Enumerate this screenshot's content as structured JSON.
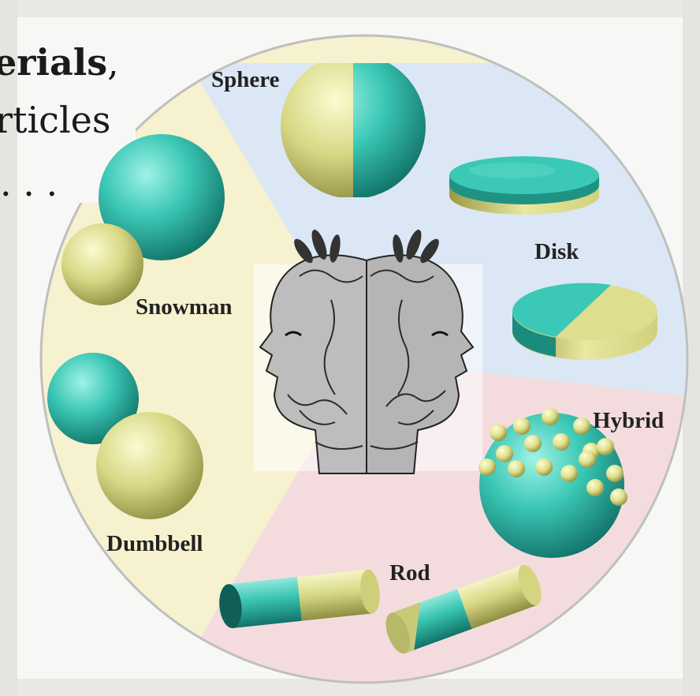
{
  "heading": {
    "line1_bold": "erials",
    "line1_comma": ",",
    "line2": "rticles",
    "line3": ". . ."
  },
  "shapes": [
    {
      "name": "sphere",
      "label": "Sphere"
    },
    {
      "name": "disk",
      "label": "Disk"
    },
    {
      "name": "snowman",
      "label": "Snowman"
    },
    {
      "name": "dumbbell",
      "label": "Dumbbell"
    },
    {
      "name": "hybrid",
      "label": "Hybrid"
    },
    {
      "name": "rod",
      "label": "Rod"
    }
  ],
  "colors": {
    "teal": "#3bc7b5",
    "yellow": "#d8d885",
    "sector_blue": "#dbe7f4",
    "sector_yellow": "#f6f1cf",
    "sector_pink": "#f4dcde"
  },
  "center_image": "two-faced-janus-head-engraving"
}
